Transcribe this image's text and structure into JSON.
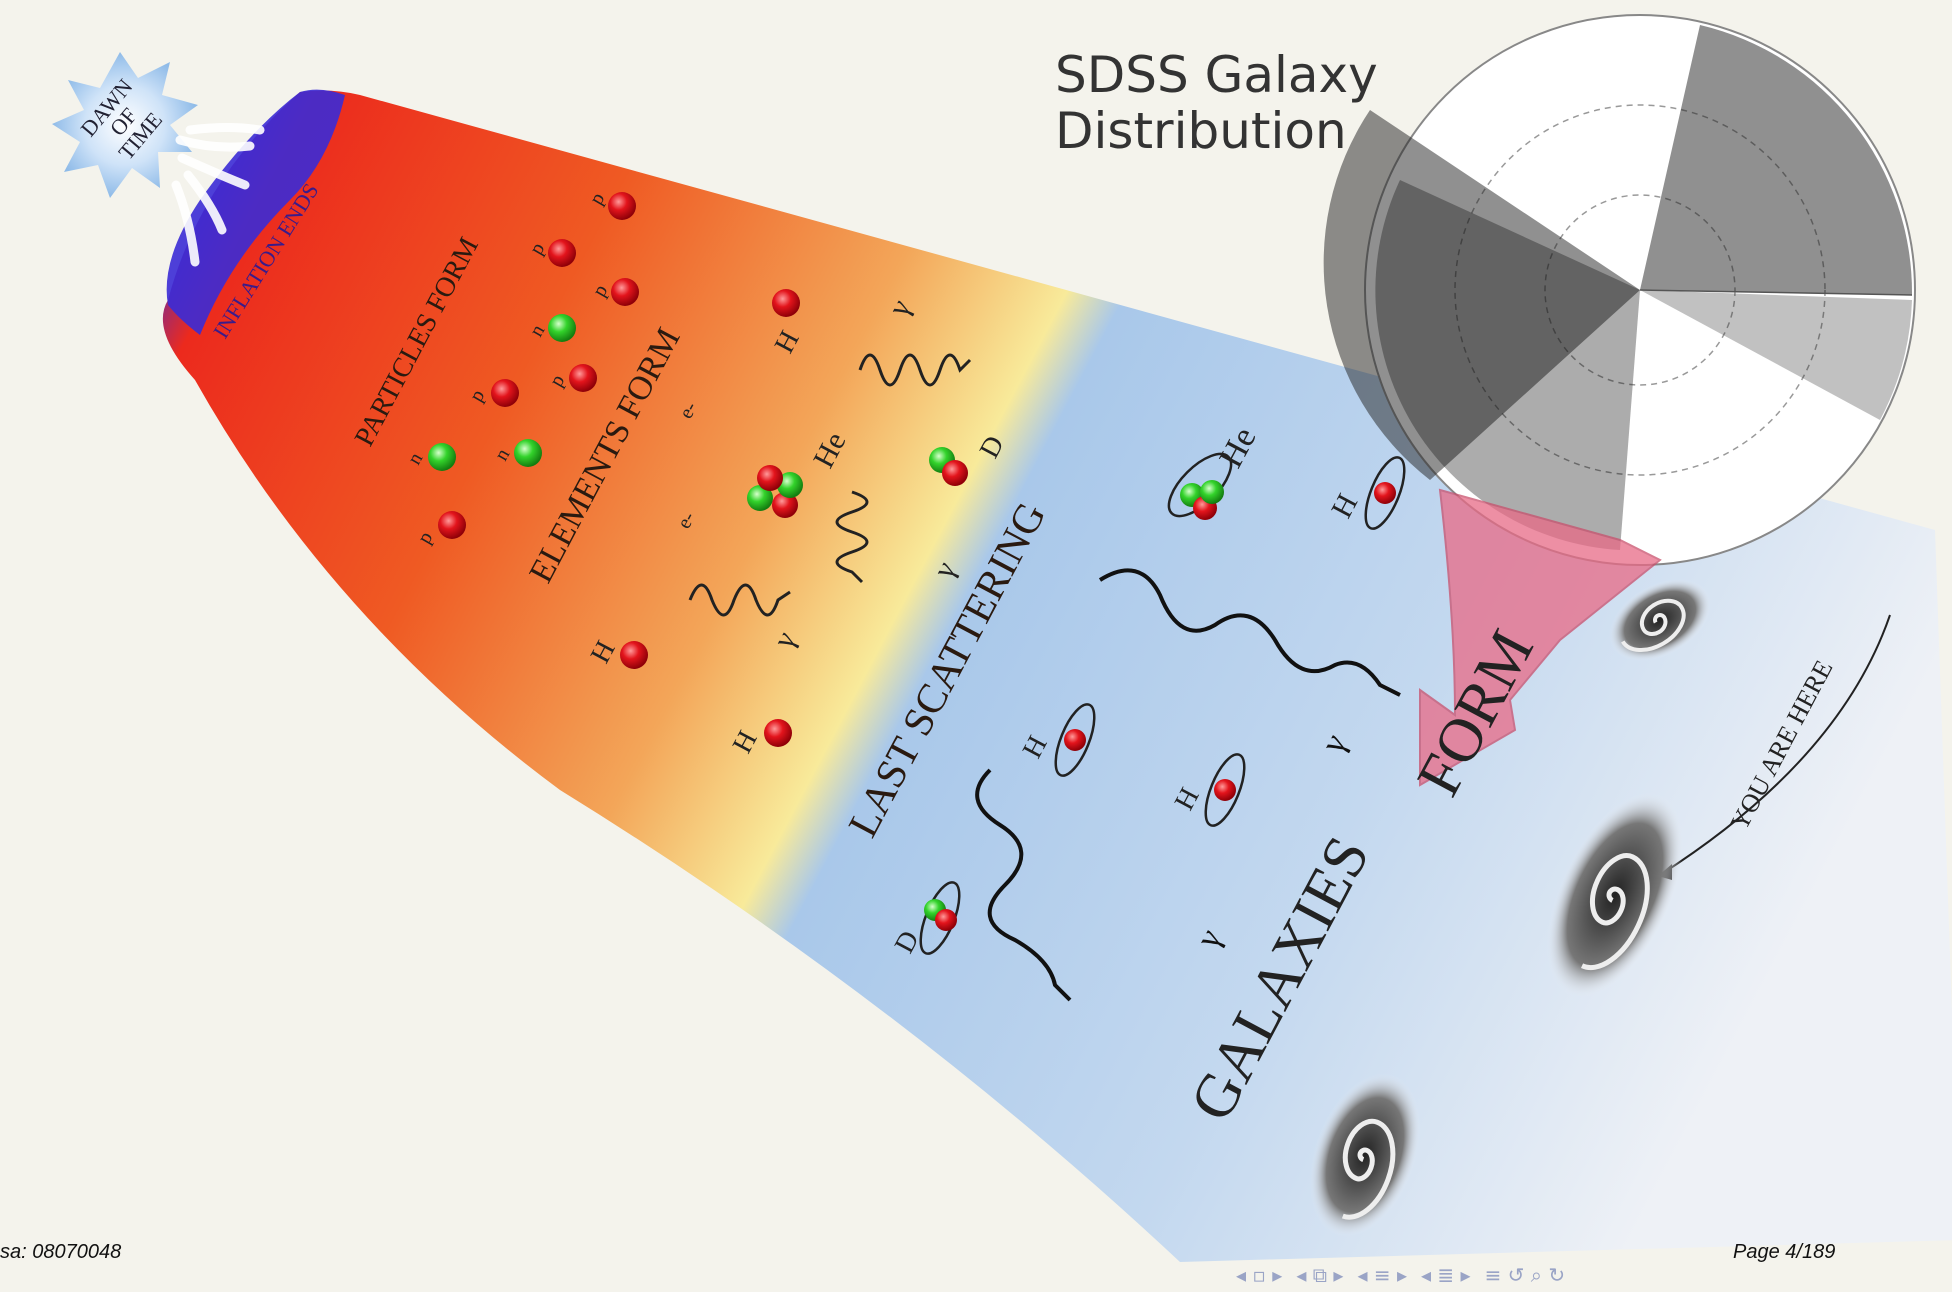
{
  "title": {
    "line1": "SDSS Galaxy",
    "line2": "Distribution"
  },
  "labels": {
    "dawn": [
      "DAWN",
      "OF",
      "TIME"
    ],
    "inflation": "INFLATION ENDS",
    "particles": "PARTICLES FORM",
    "elements": "ELEMENTS FORM",
    "last_scattering": "LAST SCATTERING",
    "galaxies": "GALAXIES",
    "form": "FORM",
    "you_are_here": "YOU ARE HERE"
  },
  "symbols": {
    "p": "p",
    "n": "n",
    "H": "H",
    "He": "He",
    "D": "D",
    "e": "e-",
    "gamma": "γ"
  },
  "footer": {
    "left": "sa: 08070048",
    "right": "Page 4/189"
  },
  "nav_icons": [
    "nav-first-icon",
    "nav-prev-frame-icon",
    "nav-prev-section-icon",
    "nav-next-section-icon",
    "nav-search-icon"
  ],
  "colors": {
    "background": "#f4f3ec",
    "blue_start": "#3b2bd6",
    "red": "#ef3a1b",
    "orange": "#f39a4f",
    "yellow": "#f7ee9a",
    "light_blue": "#a8c8e8",
    "pink_arrow": "#e86a86",
    "proton": "#e3141c",
    "neutron": "#33d32b"
  }
}
